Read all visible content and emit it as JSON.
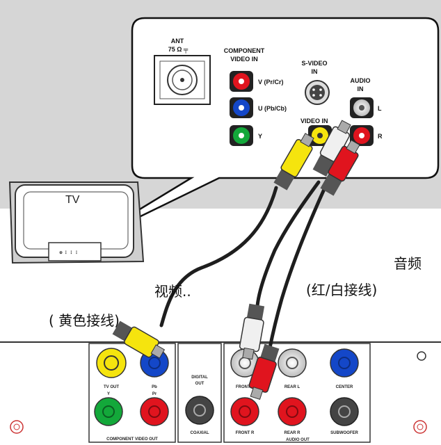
{
  "tv_panel": {
    "ant_label": "ANT",
    "ant_sub": "75 Ω ╤",
    "component_label_1": "COMPONENT",
    "component_label_2": "VIDEO IN",
    "v_label": "V (Pr/Cr)",
    "u_label": "U (Pb/Cb)",
    "y_label": "Y",
    "svideo_label_1": "S-VIDEO",
    "svideo_label_2": "IN",
    "audio_label_1": "AUDIO",
    "audio_label_2": "IN",
    "audio_l": "L",
    "audio_r": "R",
    "video_in_label": "VIDEO IN"
  },
  "tv_label": "TV",
  "annotations": {
    "audio_cn": "音频",
    "audio_cable_cn": "(红/白接线)",
    "video_cn": "视频..",
    "video_cable_cn": "(  黄色接线)"
  },
  "player_panel": {
    "tv_out": "TV OUT",
    "pb": "Pb",
    "y": "Y",
    "pr": "Pr",
    "component_video_out": "COMPONENT VIDEO OUT",
    "digital_out_1": "DIGITAL",
    "digital_out_2": "OUT",
    "coaxial": "COAXIAL",
    "front_l": "FRONT L",
    "rear_l": "REAR L",
    "center": "CENTER",
    "front_r": "FRONT R",
    "rear_r": "REAR R",
    "subwoofer": "SUBWOOFER",
    "audio_out": "AUDIO OUT"
  },
  "colors": {
    "red": "#e0141e",
    "blue": "#1447c8",
    "green": "#13a83a",
    "yellow": "#f5e40e",
    "cable": "#1e1e1e",
    "panel_gray": "#d6d6d6"
  }
}
